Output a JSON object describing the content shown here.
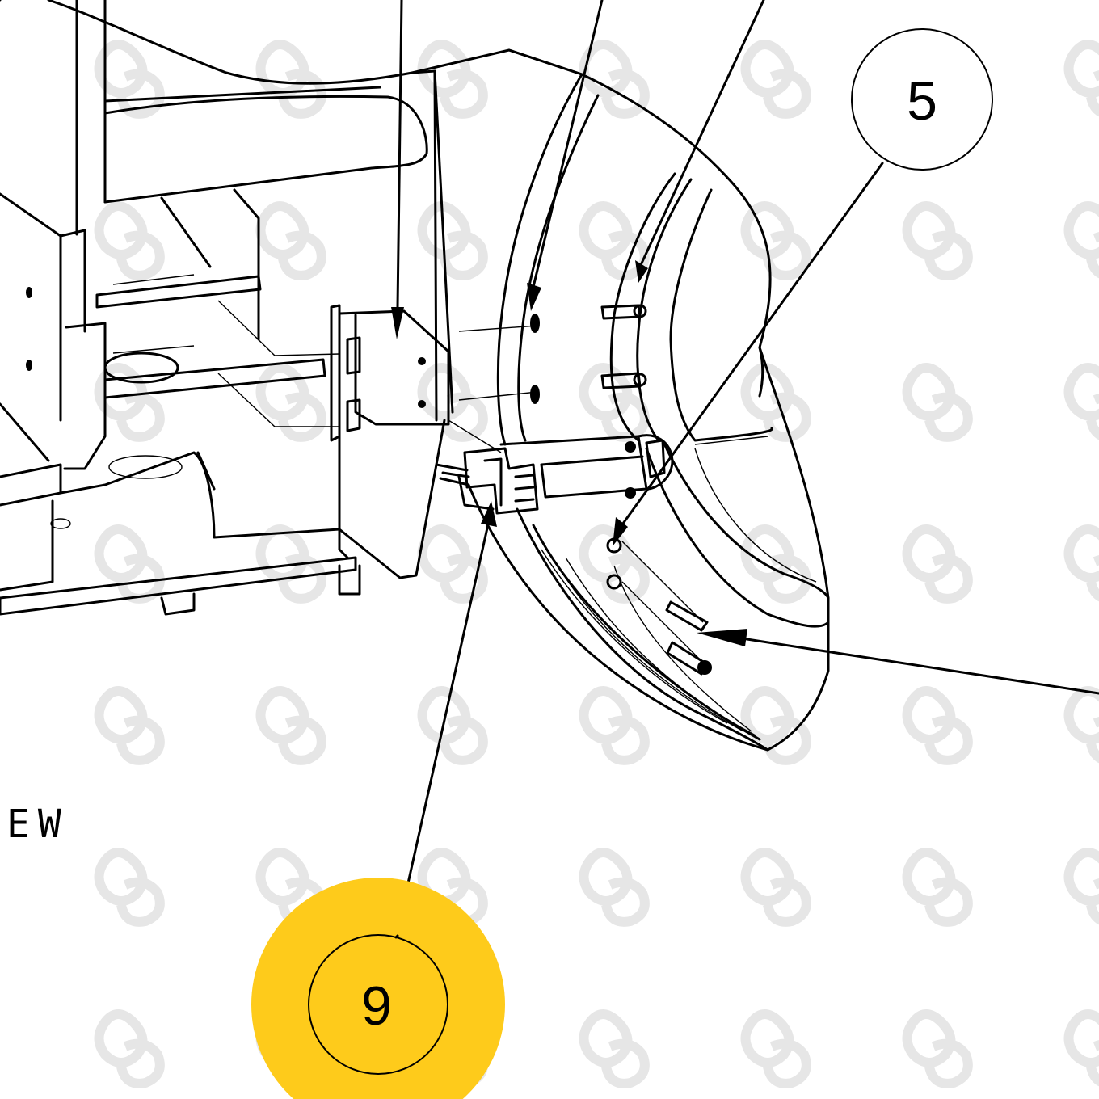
{
  "diagram": {
    "view_label": "EW",
    "callouts": [
      {
        "id": "callout-5",
        "number": "5",
        "highlighted": false
      },
      {
        "id": "callout-9",
        "number": "9",
        "highlighted": true
      }
    ],
    "highlight_color": "#FECB1B",
    "line_color": "#000000",
    "watermark_color": "#E6E6E6"
  }
}
